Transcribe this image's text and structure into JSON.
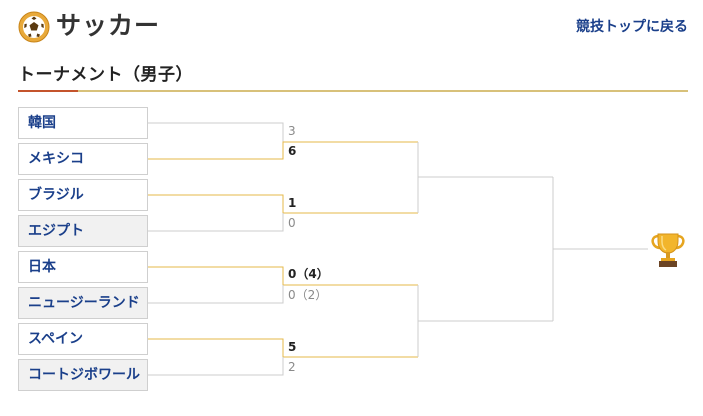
{
  "header": {
    "title": "サッカー",
    "back_link": "競技トップに戻る"
  },
  "section": {
    "title": "トーナメント（男子）"
  },
  "teams": [
    {
      "name": "韓国",
      "winner": false
    },
    {
      "name": "メキシコ",
      "winner": true
    },
    {
      "name": "ブラジル",
      "winner": true
    },
    {
      "name": "エジプト",
      "winner": false
    },
    {
      "name": "日本",
      "winner": true
    },
    {
      "name": "ニュージーランド",
      "winner": false
    },
    {
      "name": "スペイン",
      "winner": true
    },
    {
      "name": "コートジボワール",
      "winner": false
    }
  ],
  "matches": [
    {
      "top_score": "3",
      "bottom_score": "6"
    },
    {
      "top_score": "1",
      "bottom_score": "0"
    },
    {
      "top_score": "0（4）",
      "bottom_score": "0（2）"
    },
    {
      "top_score": "5",
      "bottom_score": "2"
    }
  ],
  "colors": {
    "win_line": "#e6b94a",
    "lose_line": "#cccccc",
    "team_link": "#1a3f8a"
  },
  "icons": {
    "header": "soccer-ball-icon",
    "final": "trophy-icon"
  }
}
